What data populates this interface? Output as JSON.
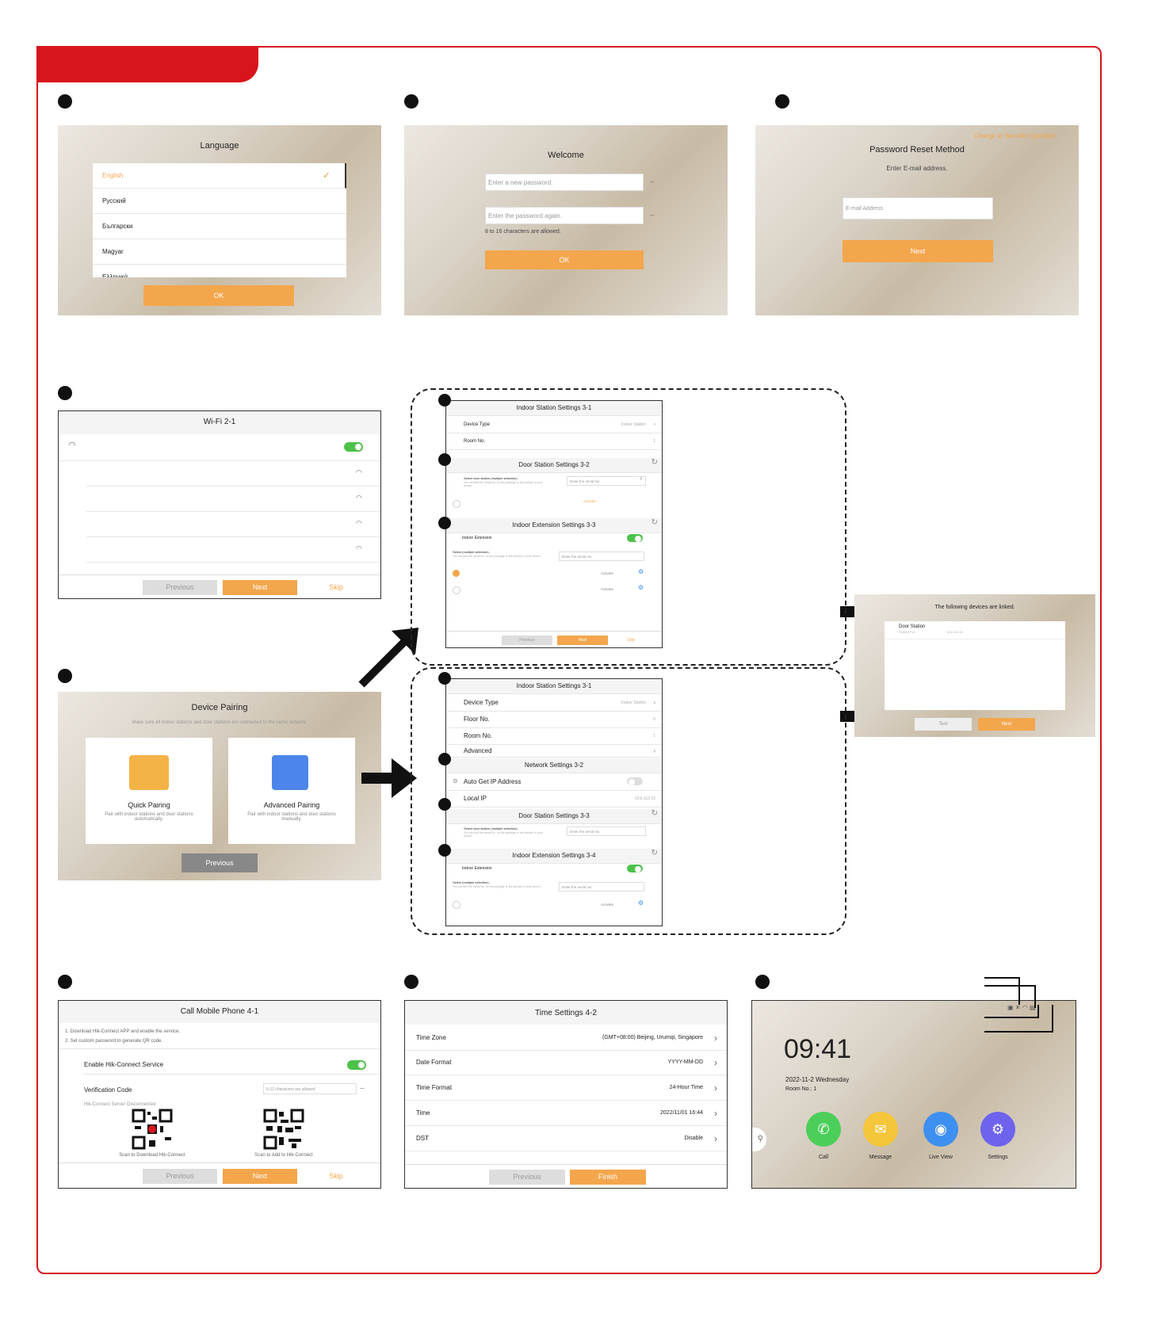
{
  "language": {
    "title": "Language",
    "items": [
      "English",
      "Русский",
      "Български",
      "Magyar",
      "Ελληνικά"
    ],
    "ok": "OK"
  },
  "welcome": {
    "title": "Welcome",
    "new_pw": "Enter a new password.",
    "again_pw": "Enter the password again.",
    "hint": "8 to 16 characters are allowed.",
    "ok": "OK"
  },
  "reset": {
    "title": "Password Reset Method",
    "link": "Change to Security Question",
    "subtitle": "Enter E-mail address.",
    "email": "E-mail Address",
    "next": "Next"
  },
  "wifi": {
    "title": "Wi-Fi 2-1",
    "previous": "Previous",
    "next": "Next",
    "skip": "Skip"
  },
  "pairing": {
    "title": "Device Pairing",
    "subtitle": "Make sure all indoor stations and door stations are connected to the same network.",
    "quick": "Quick Pairing",
    "quick_desc": "Pair with indoor stations and door stations automatically.",
    "adv": "Advanced Pairing",
    "adv_desc": "Pair with indoor stations and door stations manually.",
    "previous": "Previous"
  },
  "s1": {
    "t1": "Indoor Station Settings 3-1",
    "device_type": "Device Type",
    "device_type_val": "Indoor Station",
    "room": "Room No.",
    "room_val": "1",
    "t2": "Door Station Settings 3-2",
    "select_door": "Select door station (multiple selection).",
    "hint": "You can find the serial No. on the package or the surface of your device.",
    "serial": "Enter the serial No.",
    "activate": "Activate",
    "t3": "Indoor Extension Settings 3-3",
    "ext": "Indoor Extension",
    "select_multi": "Select (multiple selection).",
    "previous": "Previous",
    "next": "Next",
    "skip": "Skip"
  },
  "s2": {
    "t1": "Indoor Station Settings 3-1",
    "device_type": "Device Type",
    "device_type_val": "Indoor Station",
    "floor": "Floor No.",
    "floor_val": "0",
    "room": "Room No.",
    "room_val": "1",
    "advanced": "Advanced",
    "t2": "Network Settings 3-2",
    "auto_ip": "Auto Get IP Address",
    "local_ip": "Local IP",
    "local_ip_val": "10.6.112.15",
    "t3": "Door Station Settings 3-3",
    "select_door": "Select door station (multiple selection).",
    "hint": "You can find the serial No. on the package or the surface of your device.",
    "serial": "Enter the serial No.",
    "t4": "Indoor Extension Settings 3-4",
    "ext": "Indoor Extension",
    "select_multi": "Select (multiple selection).",
    "activate": "Activate"
  },
  "linked": {
    "title": "The following devices are linked.",
    "dev": "Door Station",
    "dev_sn": "FA0001713",
    "dev_ip": "10.6.112.15",
    "test": "Test",
    "next": "Next"
  },
  "call": {
    "title": "Call Mobile Phone 4-1",
    "step1": "1. Download Hik-Connect APP and enable the service.",
    "step2": "2. Set custom password to generate QR code.",
    "enable": "Enable Hik-Connect Service",
    "code": "Verification Code",
    "code_ph": "6-12 characters are allowed",
    "server": "Hik-Connect Server Disconnected",
    "qr1": "Scan to Download Hik-Connect",
    "qr2": "Scan to Add to Hik-Connect",
    "previous": "Previous",
    "next": "Next",
    "skip": "Skip"
  },
  "time": {
    "title": "Time Settings 4-2",
    "rows": [
      {
        "k": "Time Zone",
        "v": "(GMT+08:00) Beijing, Urumqi, Singapore"
      },
      {
        "k": "Date Format",
        "v": "YYYY-MM-DD"
      },
      {
        "k": "Time Format",
        "v": "24-Hour Time"
      },
      {
        "k": "Time",
        "v": "2022/11/01  16:44"
      },
      {
        "k": "DST",
        "v": "Disable"
      }
    ],
    "previous": "Previous",
    "finish": "Finish"
  },
  "home": {
    "clock": "09:41",
    "date": "2022-11-2  Wednesday",
    "room": "Room No.: 1",
    "apps": [
      {
        "label": "Call",
        "color": "#4ccf5a",
        "icon": "phone-icon",
        "glyph": "✆"
      },
      {
        "label": "Message",
        "color": "#f5c53a",
        "icon": "message-icon",
        "glyph": "✉"
      },
      {
        "label": "Live View",
        "color": "#3d8ff0",
        "icon": "live-view-icon",
        "glyph": "◉"
      },
      {
        "label": "Settings",
        "color": "#6e63ee",
        "icon": "settings-icon",
        "glyph": "⚙"
      }
    ]
  },
  "colors": {
    "brand": "#d8141c",
    "accent": "#f3a64c",
    "toggle": "#4cc24a"
  }
}
